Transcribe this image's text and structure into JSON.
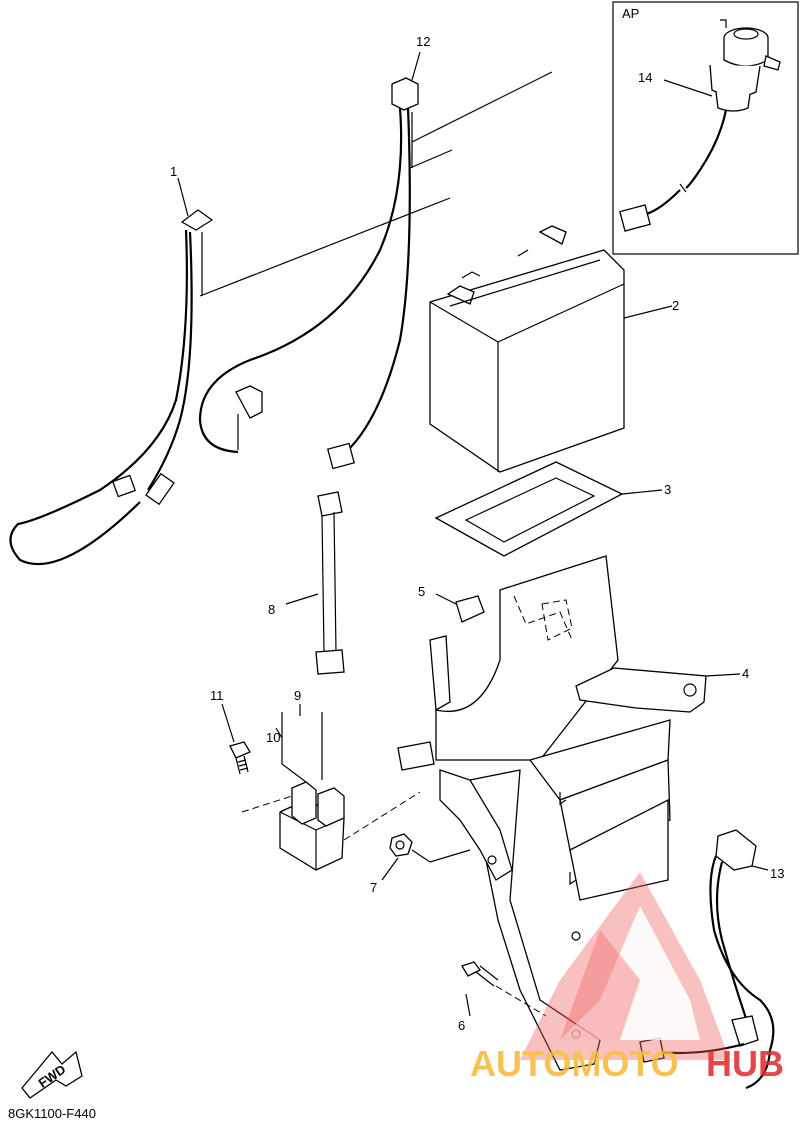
{
  "callouts": [
    {
      "id": "callout-1",
      "label": "1"
    },
    {
      "id": "callout-2",
      "label": "2"
    },
    {
      "id": "callout-3",
      "label": "3"
    },
    {
      "id": "callout-4",
      "label": "4"
    },
    {
      "id": "callout-5",
      "label": "5"
    },
    {
      "id": "callout-6",
      "label": "6"
    },
    {
      "id": "callout-7",
      "label": "7"
    },
    {
      "id": "callout-8",
      "label": "8"
    },
    {
      "id": "callout-9",
      "label": "9"
    },
    {
      "id": "callout-10",
      "label": "10"
    },
    {
      "id": "callout-11",
      "label": "11"
    },
    {
      "id": "callout-12",
      "label": "12"
    },
    {
      "id": "callout-13",
      "label": "13"
    },
    {
      "id": "callout-14",
      "label": "14"
    }
  ],
  "inset": {
    "label": "AP"
  },
  "fwd_label": "FWD",
  "diagram_code": "8GK1100-F440",
  "watermark": {
    "part1": "AUTOMOTO",
    "part2": "HUB",
    "color1": "#f7b733",
    "color2": "#e0282b"
  }
}
